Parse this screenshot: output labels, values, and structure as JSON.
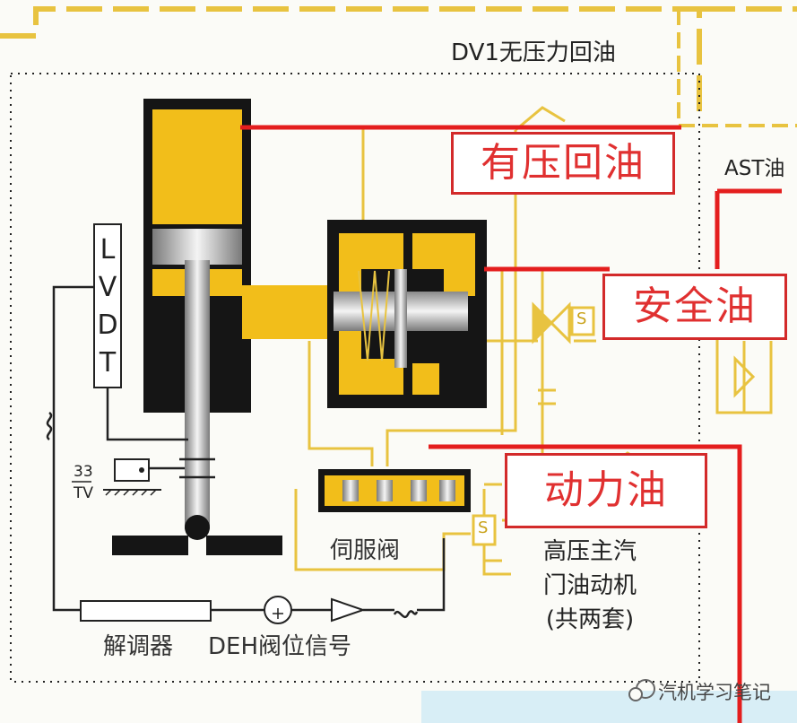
{
  "labels": {
    "dv1_return": "DV1无压力回油",
    "ast_oil": "AST油",
    "lvdt": [
      "L",
      "V",
      "D",
      "T"
    ],
    "tv": [
      "33",
      "TV"
    ],
    "servo_valve": "伺服阀",
    "demodulator": "解调器",
    "deh_signal": "DEH阀位信号",
    "actuator_title": [
      "高压主汽",
      "门油动机",
      "(共两套)"
    ],
    "s_symbol": "S"
  },
  "callouts": {
    "pressure_return": "有压回油",
    "safety_oil": "安全油",
    "power_oil": "动力油"
  },
  "watermark": "汽机学习笔记",
  "colors": {
    "oil_yellow": "#f2be1a",
    "line_yellow": "#e8c340",
    "red": "#e41e1e",
    "black": "#151515",
    "background": "#fbfbf7"
  }
}
